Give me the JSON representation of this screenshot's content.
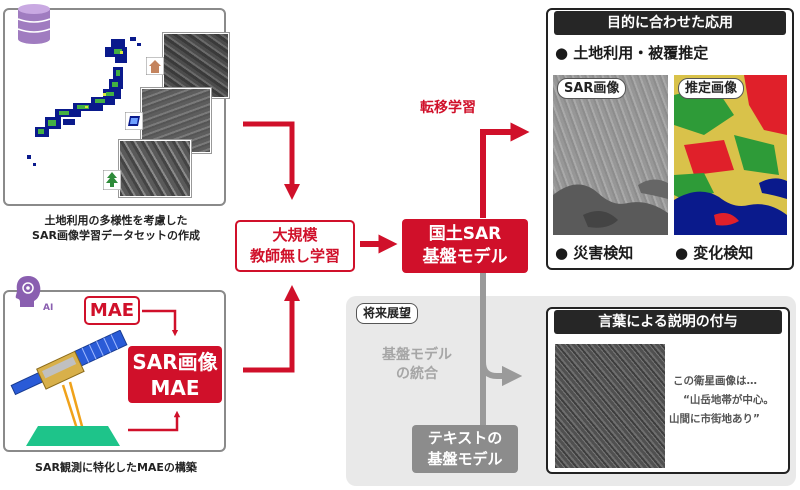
{
  "left_top": {
    "caption_line1": "土地利用の多様性を考慮した",
    "caption_line2": "SAR画像学習データセットの作成"
  },
  "left_bottom": {
    "ai_label": "AI",
    "mae_box": "MAE",
    "sar_mae_line1": "SAR画像",
    "sar_mae_line2": "MAE",
    "caption": "SAR観測に特化したMAEの構築"
  },
  "center": {
    "pretrain_line1": "大規模",
    "pretrain_line2": "教師無し学習",
    "transfer": "転移学習",
    "foundation_line1": "国土SAR",
    "foundation_line2": "基盤モデル"
  },
  "applications": {
    "header": "目的に合わせた応用",
    "bullet_landuse": "● 土地利用・被覆推定",
    "label_sar": "SAR画像",
    "label_estimated": "推定画像",
    "bullet_disaster": "● 災害検知",
    "bullet_change": "● 変化検知"
  },
  "future": {
    "tag": "将来展望",
    "integration_line1": "基盤モデル",
    "integration_line2": "の統合",
    "text_model_line1": "テキストの",
    "text_model_line2": "基盤モデル",
    "header": "言葉による説明の付与",
    "desc_line1": "この衛星画像は…",
    "desc_line2": "“山岳地帯が中心。",
    "desc_line3": "山間に市街地あり”"
  },
  "colors": {
    "accent_red": "#d0102a",
    "dark_header": "#262626",
    "future_gray": "#e9e9e9",
    "database_purple": "#a07cc0",
    "land_green": "#4caf50",
    "map_blue": "#0a1a8c"
  },
  "icons": [
    "database-icon",
    "japan-map-icon",
    "building-icon",
    "water-icon",
    "forest-icon",
    "ai-head-icon",
    "satellite-icon"
  ]
}
